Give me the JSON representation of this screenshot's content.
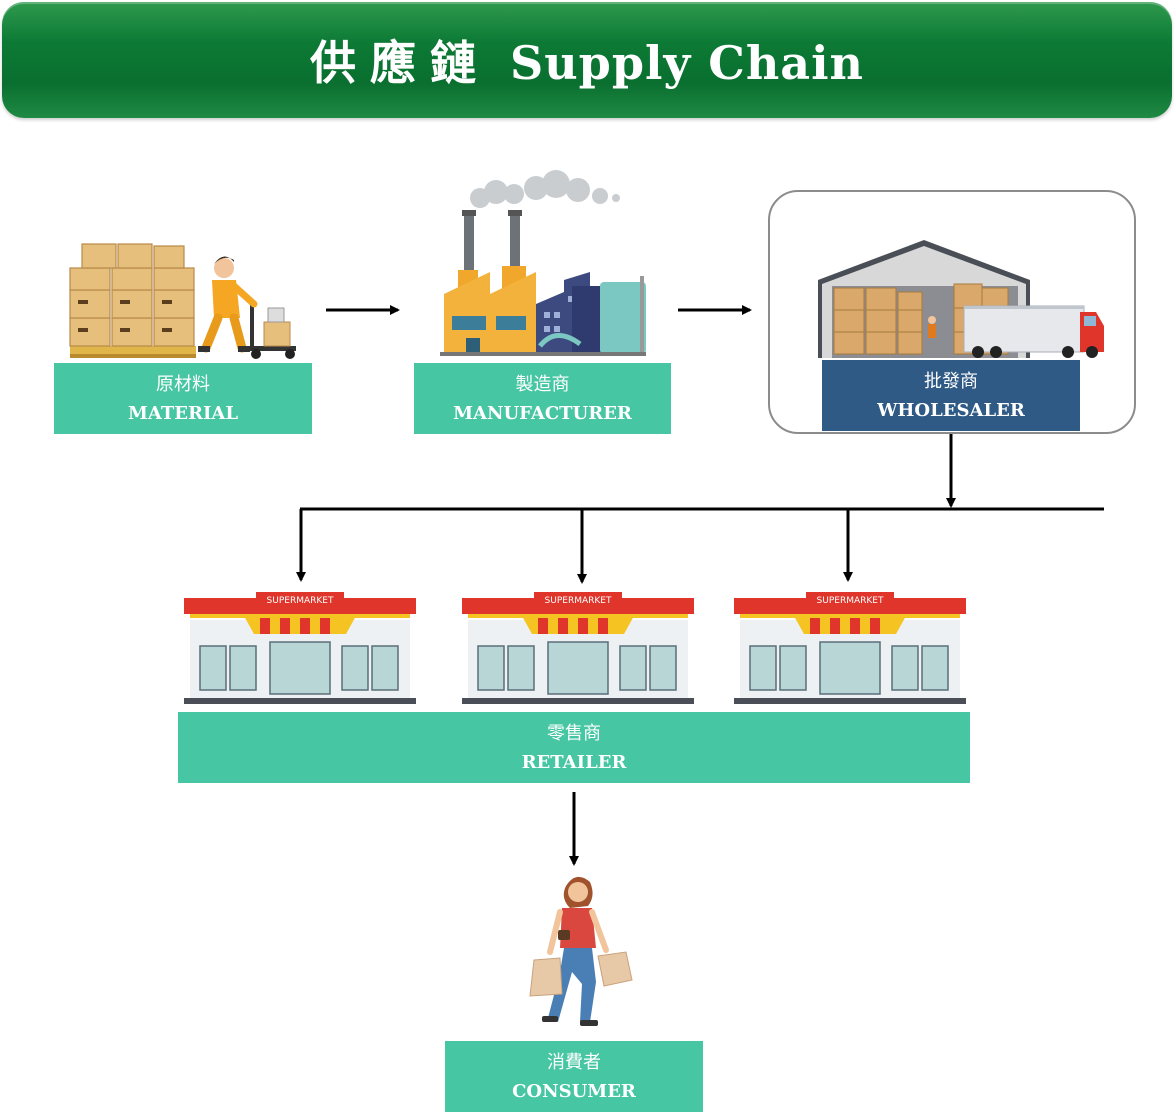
{
  "title": {
    "zh": "供應鏈",
    "en": "Supply Chain"
  },
  "nodes": {
    "material": {
      "zh": "原材料",
      "en": "MATERIAL"
    },
    "manufacturer": {
      "zh": "製造商",
      "en": "MANUFACTURER"
    },
    "wholesaler": {
      "zh": "批發商",
      "en": "WHOLESALER"
    },
    "retailer": {
      "zh": "零售商",
      "en": "RETAILER"
    },
    "consumer": {
      "zh": "消費者",
      "en": "CONSUMER"
    }
  },
  "store_sign": "SUPERMARKET",
  "colors": {
    "banner": "#0c7a35",
    "label": "#46c6a2",
    "wholesaler_label": "#2e5a85",
    "arrow": "#000000"
  }
}
